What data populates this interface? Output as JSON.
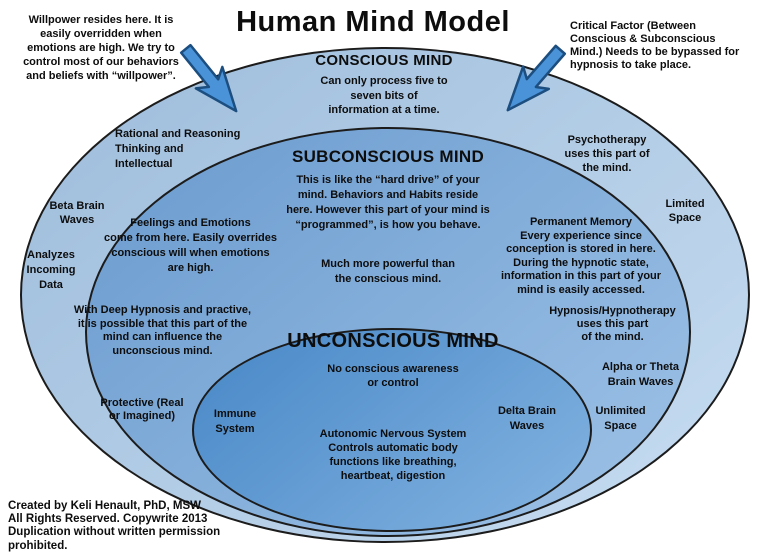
{
  "title": "Human Mind Model",
  "annotations": {
    "willpower": "Willpower resides here. It is\neasily overridden when\nemotions are high. We try to\ncontrol most of our behaviors\nand beliefs with “willpower”.",
    "critical_factor": "Critical Factor (Between\nConscious & Subconscious\nMind.) Needs to be bypassed for\nhypnosis to take place."
  },
  "conscious": {
    "heading": "CONSCIOUS MIND",
    "capacity": "Can only process five to\nseven bits of\ninformation at a time.",
    "rational": "Rational and Reasoning\nThinking and\nIntellectual",
    "psychotherapy": "Psychotherapy\nuses this part of\nthe mind.",
    "beta_waves": "Beta Brain\nWaves",
    "limited_space": "Limited\nSpace",
    "analyzes": "Analyzes\nIncoming\nData"
  },
  "subconscious": {
    "heading": "SUBCONSCIOUS MIND",
    "hard_drive": "This is like the “hard drive” of your\nmind. Behaviors and Habits reside\nhere. However this part of your mind is\n“programmed”, is how you behave.",
    "feelings": "Feelings and Emotions\ncome from here. Easily overrides\nconscious will when emotions\nare high.",
    "powerful": "Much more powerful than\nthe conscious mind.",
    "permanent_memory": "Permanent Memory\nEvery experience since\nconception is stored in here.\nDuring the hypnotic state,\ninformation in this part of your\nmind is easily accessed.",
    "deep_hypnosis": "With Deep Hypnosis and practive,\nit is possible that this part of the\nmind can influence the\nunconscious mind.",
    "hypnotherapy": "Hypnosis/Hypnotherapy\nuses this part\nof the mind.",
    "alpha_theta_waves": "Alpha or Theta\nBrain Waves",
    "protective": "Protective (Real\nor Imagined)",
    "unlimited_space": "Unlimited\nSpace"
  },
  "unconscious": {
    "heading": "UNCONSCIOUS MIND",
    "no_awareness": "No conscious awareness\nor control",
    "immune": "Immune\nSystem",
    "autonomic": "Autonomic Nervous System\nControls automatic body\nfunctions like breathing,\nheartbeat, digestion",
    "delta_waves": "Delta Brain\nWaves"
  },
  "footer": {
    "copyright": "Created by Keli Henault, PhD, MSW\nAll Rights Reserved. Copywrite 2013\nDuplication without written permission\nprohibited."
  },
  "colors": {
    "outer": "#adcce9",
    "middle": "#74a7db",
    "inner": "#4e92d3",
    "arrowfill": "#4a93d9",
    "arrowstroke": "#1c4e80",
    "outline": "#1c1c1c"
  }
}
